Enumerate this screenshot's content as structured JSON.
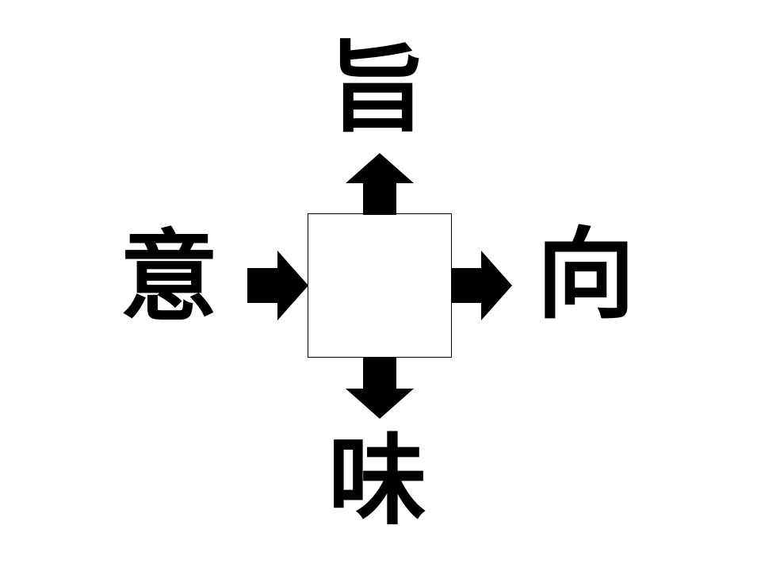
{
  "puzzle": {
    "center_answer": "",
    "top_kanji": "旨",
    "left_kanji": "意",
    "right_kanji": "向",
    "bottom_kanji": "味"
  },
  "colors": {
    "arrow": "#000000",
    "box_border": "#000000",
    "background": "#ffffff"
  }
}
